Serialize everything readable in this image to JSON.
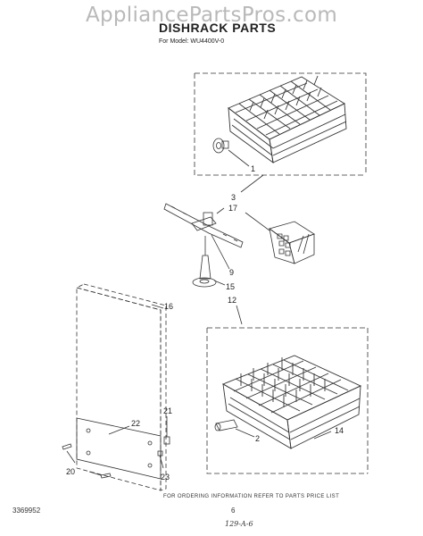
{
  "watermark": "AppliancePartsPros.com",
  "title": "DISHRACK PARTS",
  "model_line": "For Model: WU4400V-0",
  "callouts": [
    "1",
    "2",
    "3",
    "9",
    "12",
    "14",
    "15",
    "16",
    "17",
    "20",
    "21",
    "22",
    "23"
  ],
  "footer_note": "FOR ORDERING INFORMATION REFER TO PARTS PRICE LIST",
  "doc_code": "3369952",
  "page_number": "6",
  "handwritten_code": "129-A-6"
}
